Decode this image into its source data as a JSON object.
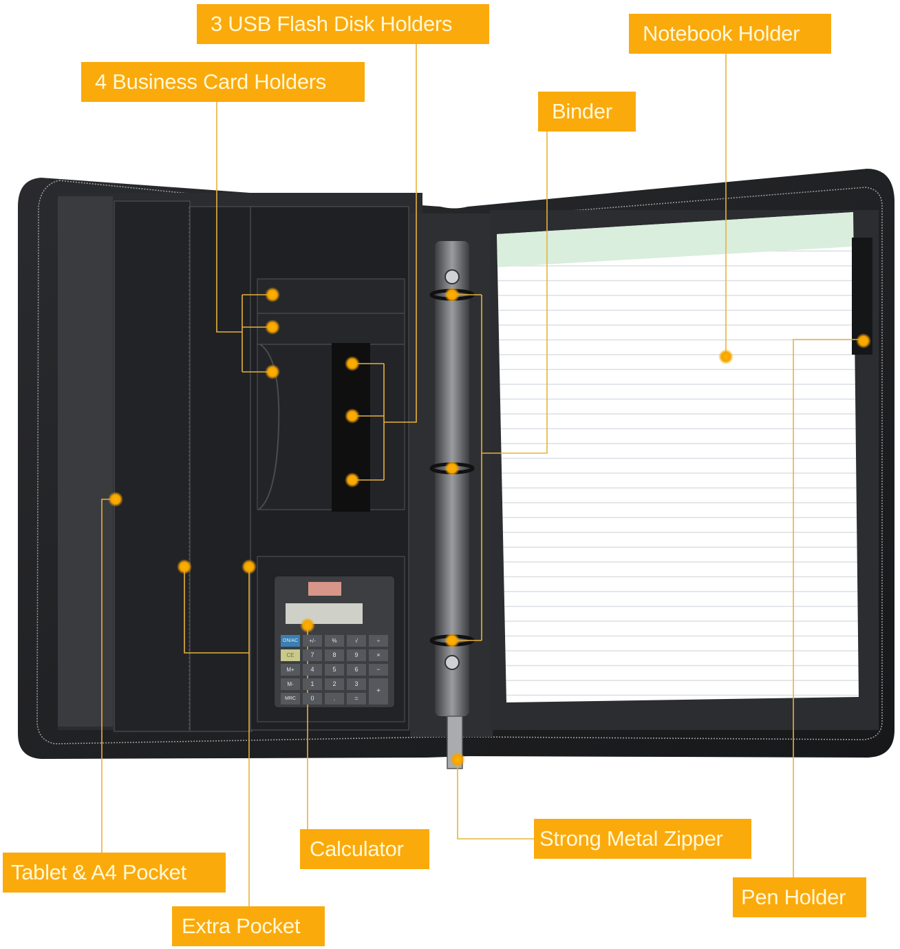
{
  "image": {
    "subject": "Zippered business padfolio / portfolio organizer (open)",
    "accent_color": "#FBAA0C",
    "label_text_color": "#FFF8D8",
    "leader_line_color": "#E8B23A",
    "case_color": "#1E1F22",
    "notepad_header_color": "#D9EEDC"
  },
  "callouts": [
    {
      "id": "usb",
      "label": "3 USB Flash Disk Holders"
    },
    {
      "id": "cards",
      "label": "4 Business Card Holders"
    },
    {
      "id": "notebook",
      "label": "Notebook Holder"
    },
    {
      "id": "binder",
      "label": "Binder"
    },
    {
      "id": "tablet",
      "label": "Tablet & A4 Pocket"
    },
    {
      "id": "extra",
      "label": "Extra Pocket"
    },
    {
      "id": "calculator",
      "label": "Calculator"
    },
    {
      "id": "zipper",
      "label": "Strong Metal Zipper"
    },
    {
      "id": "pen",
      "label": "Pen Holder"
    }
  ],
  "calculator": {
    "keys": [
      [
        "ON/AC",
        "+/-",
        "%",
        "√",
        "÷"
      ],
      [
        "CE",
        "7",
        "8",
        "9",
        "×"
      ],
      [
        "M+",
        "4",
        "5",
        "6",
        "−"
      ],
      [
        "M-",
        "1",
        "2",
        "3",
        "+"
      ],
      [
        "MRC",
        "0",
        ".",
        "=",
        ""
      ]
    ]
  }
}
